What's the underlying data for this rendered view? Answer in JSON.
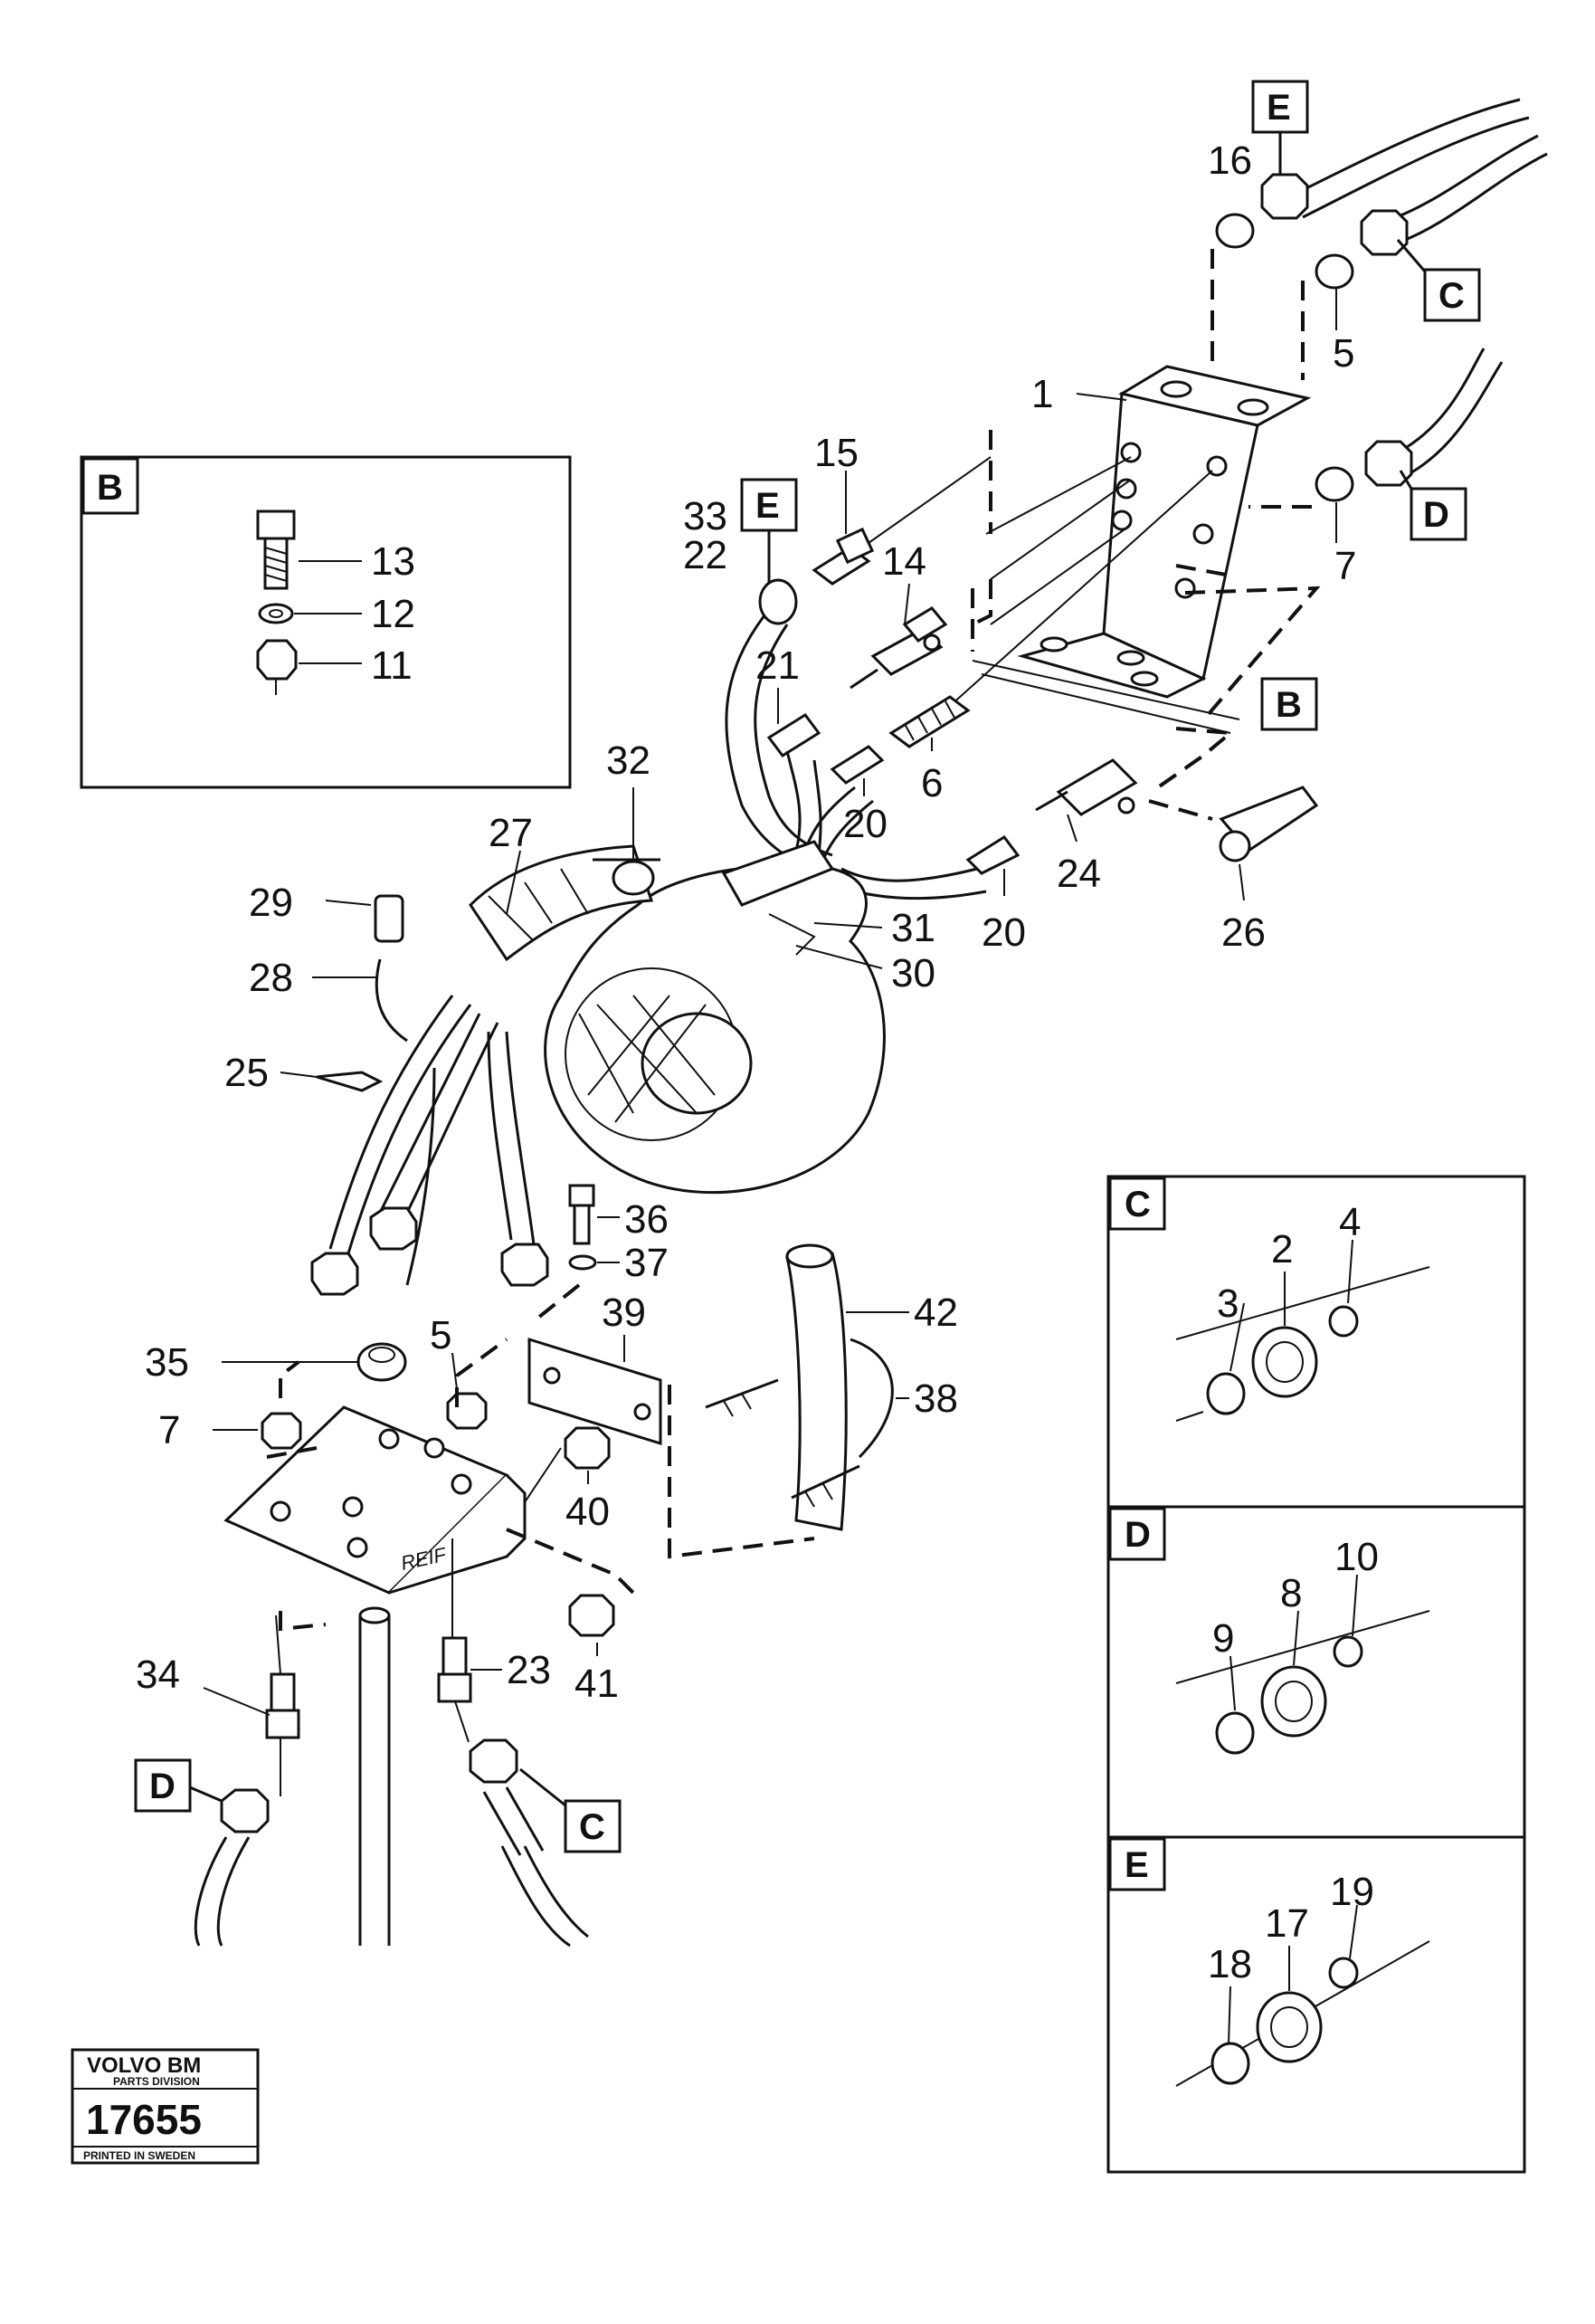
{
  "callouts": {
    "p1": "1",
    "p2": "2",
    "p3": "3",
    "p4": "4",
    "p5a": "5",
    "p5b": "5",
    "p6": "6",
    "p7a": "7",
    "p7b": "7",
    "p8": "8",
    "p9": "9",
    "p10": "10",
    "p11": "11",
    "p12": "12",
    "p13": "13",
    "p14": "14",
    "p15": "15",
    "p16": "16",
    "p17": "17",
    "p18": "18",
    "p19": "19",
    "p20a": "20",
    "p20b": "20",
    "p21": "21",
    "p22": "22",
    "p23": "23",
    "p24": "24",
    "p25": "25",
    "p26": "26",
    "p27": "27",
    "p28": "28",
    "p29": "29",
    "p30": "30",
    "p31": "31",
    "p32": "32",
    "p33": "33",
    "p34": "34",
    "p35": "35",
    "p36": "36",
    "p37": "37",
    "p38": "38",
    "p39": "39",
    "p40": "40",
    "p41": "41",
    "p42": "42"
  },
  "refs": {
    "e_top": "E",
    "c_top": "C",
    "d_top": "D",
    "b_right": "B",
    "e_left": "E",
    "d_bottom": "D",
    "c_bottom": "C"
  },
  "insets": {
    "b_label": "B",
    "c_label": "C",
    "d_label": "D",
    "e_label": "E"
  },
  "stamp": {
    "brand": "VOLVO BM",
    "division": "PARTS DIVISION",
    "number": "17655",
    "printed": "PRINTED IN SWEDEN"
  },
  "plate_mark": "REIF"
}
